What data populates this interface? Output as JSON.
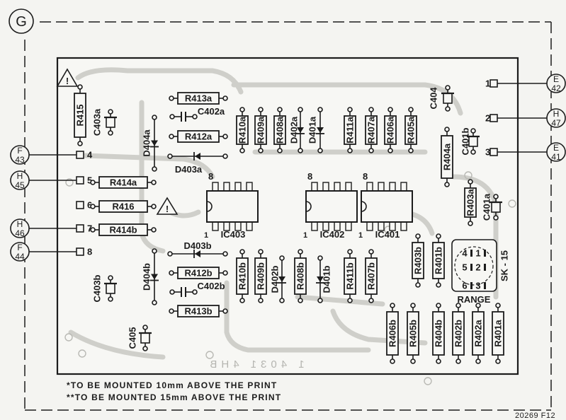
{
  "sheet": {
    "marker": "G",
    "drawing_number": "20269 F12",
    "board_print": "1 4031 4HB",
    "notes": [
      "*TO BE MOUNTED 10mm ABOVE THE PRINT",
      "**TO BE MOUNTED 15mm ABOVE THE PRINT"
    ]
  },
  "connectors_left": [
    {
      "top": "F",
      "bottom": "43",
      "pin": "4"
    },
    {
      "top": "H",
      "bottom": "45",
      "pin": "5"
    },
    {
      "top": "",
      "bottom": "",
      "pin": "6"
    },
    {
      "top": "H",
      "bottom": "46",
      "pin": "7"
    },
    {
      "top": "F",
      "bottom": "44",
      "pin": "8"
    }
  ],
  "connectors_right": [
    {
      "top": "E",
      "bottom": "42",
      "pin": "1"
    },
    {
      "top": "H",
      "bottom": "47",
      "pin": "2"
    },
    {
      "top": "E",
      "bottom": "41",
      "pin": "3"
    }
  ],
  "resistors_upper": [
    "R410a",
    "R409a",
    "R408a",
    "R411a",
    "R407a",
    "R406a",
    "R405a"
  ],
  "diodes_upper": [
    "D402a",
    "D401a"
  ],
  "resistors_lower": [
    "R410b",
    "R409b",
    "R408b",
    "R411b",
    "R407b"
  ],
  "diodes_lower": [
    "D402b",
    "D401b"
  ],
  "left_upper": {
    "R413": "R413a",
    "C402": "C402a",
    "R412": "R412a",
    "D403": "D403a",
    "D404": "D404a",
    "C403": "C403a",
    "R415": "R415"
  },
  "left_lower": {
    "R413": "R413b",
    "C402": "C402b",
    "R412": "R412b",
    "D403": "D403b",
    "D404": "D404b",
    "C403": "C403b",
    "C405": "C405"
  },
  "left_resistors": [
    "R414a",
    "R416",
    "R414b"
  ],
  "ics": [
    {
      "name": "IC403",
      "pin8": "8",
      "pin1": "1"
    },
    {
      "name": "IC402",
      "pin8": "8",
      "pin1": "1"
    },
    {
      "name": "IC401",
      "pin8": "8",
      "pin1": "1"
    }
  ],
  "right_parts": {
    "C404": "C404",
    "C401b": "C401b",
    "R404a": "R404a",
    "R403a": "R403a",
    "C401a": "C401a",
    "R403b": "R403b",
    "R401b": "R401b"
  },
  "bottom_resistors": [
    "R406b",
    "R405b",
    "R404b",
    "R402b",
    "R402a",
    "R401a"
  ],
  "switch": {
    "name": "SK - 15",
    "label": "RANGE",
    "pins": [
      "4",
      "1",
      "5",
      "2",
      "6",
      "3"
    ]
  }
}
